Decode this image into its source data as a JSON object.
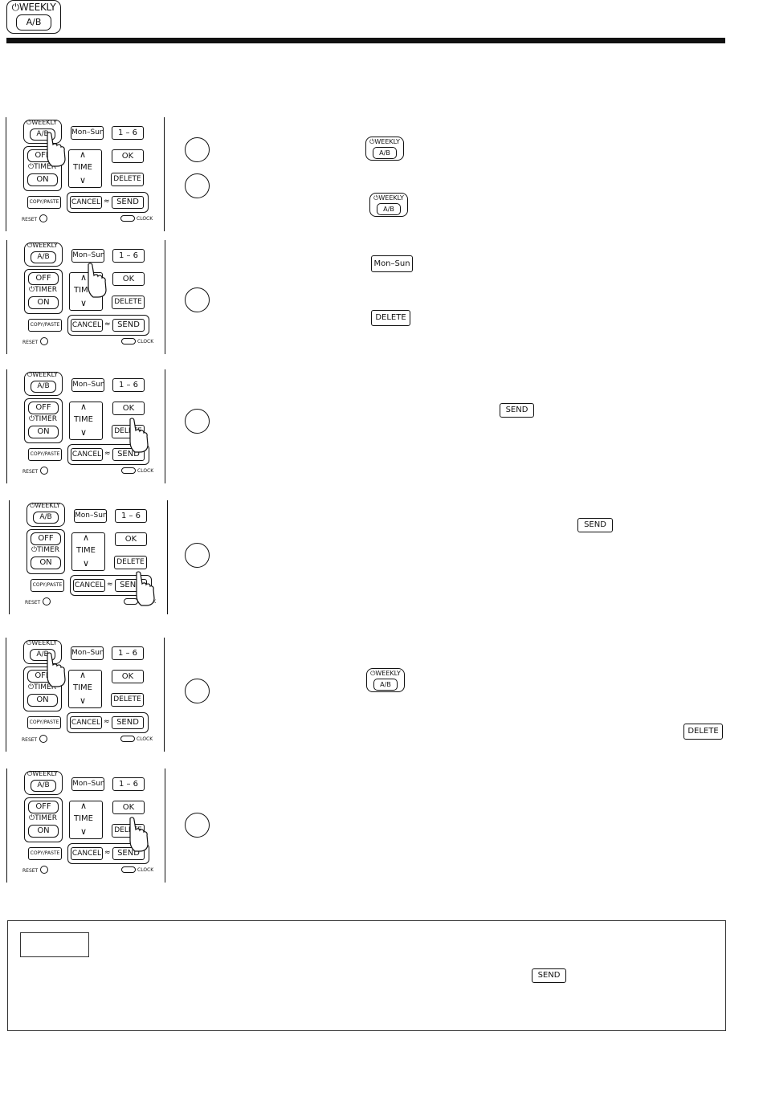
{
  "header": {
    "weekly_label": "⏻WEEKLY",
    "ab_label": "A/B"
  },
  "remote": {
    "weekly": "⏻WEEKLY",
    "ab": "A/B",
    "mon_sun": "Mon–Sun",
    "one_six": "1 – 6",
    "off": "OFF",
    "timer": "⏻TIMER",
    "on": "ON",
    "time": "TIME",
    "ok": "OK",
    "delete": "DELETE",
    "copy_paste": "COPY/PASTE",
    "cancel": "CANCEL",
    "send": "SEND",
    "reset": "RESET",
    "clock": "CLOCK",
    "up": "∧",
    "down": "∨"
  },
  "inline": {
    "weekly": "⏻WEEKLY",
    "ab": "A/B",
    "mon_sun": "Mon–Sun",
    "delete": "DELETE",
    "send": "SEND"
  }
}
